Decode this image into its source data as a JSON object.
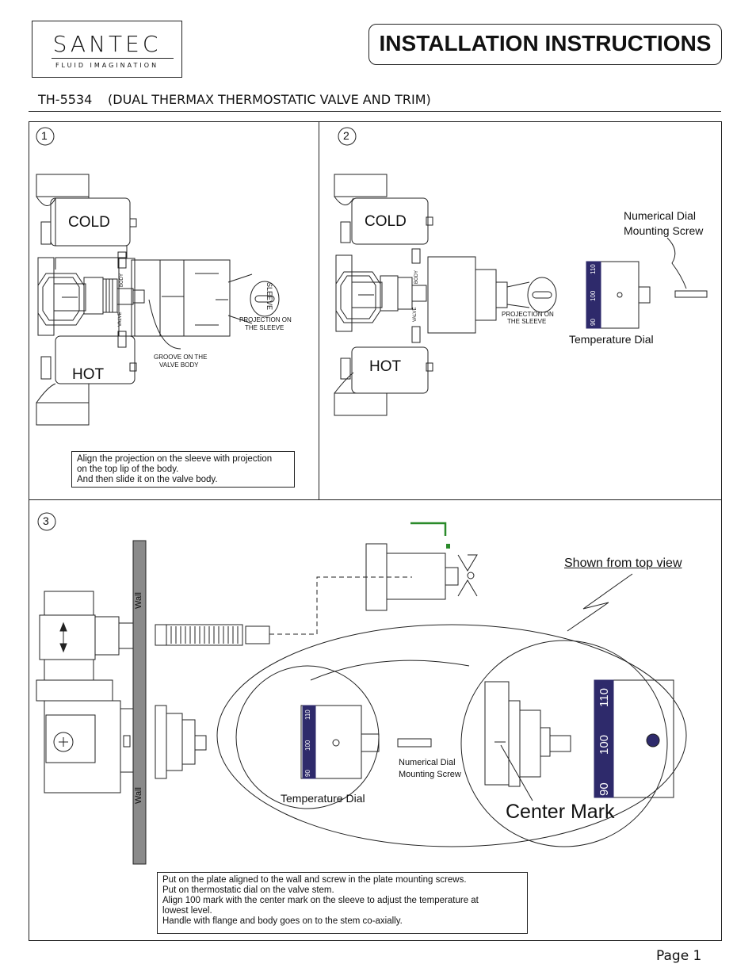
{
  "logo": {
    "name": "SANTEC",
    "tagline": "FLUID IMAGINATION"
  },
  "title": "INSTALLATION INSTRUCTIONS",
  "model": "TH-5534",
  "subtitle": "(DUAL THERMAX THERMOSTATIC VALVE AND TRIM)",
  "steps": [
    {
      "number": "1",
      "labels": {
        "cold": "COLD",
        "hot": "HOT",
        "sleeve": "SLEEVE",
        "valve": "VALVE",
        "body": "BODY",
        "projection_1": "PROJECTION ON",
        "projection_2": "THE SLEEVE",
        "groove_1": "GROOVE ON THE",
        "groove_2": "VALVE BODY"
      },
      "note": [
        "Align the projection on the sleeve with projection",
        "on the top lip of the body.",
        "And then slide it on the valve body."
      ]
    },
    {
      "number": "2",
      "labels": {
        "cold": "COLD",
        "hot": "HOT",
        "valve": "VALVE",
        "body": "BODY",
        "projection_1": "PROJECTION ON",
        "projection_2": "THE SLEEVE",
        "screw_1": "Numerical Dial",
        "screw_2": "Mounting Screw",
        "temperature_dial": "Temperature Dial"
      },
      "dial_marks": [
        "90",
        "100",
        "110"
      ]
    },
    {
      "number": "3",
      "labels": {
        "wall_top": "Wall",
        "wall_bottom": "Wall",
        "top_view": "Shown from top view",
        "temperature_dial": "Temperature Dial",
        "screw_1": "Numerical Dial",
        "screw_2": "Mounting Screw",
        "center_mark": "Center Mark"
      },
      "dial_marks": [
        "90",
        "100",
        "110"
      ],
      "note": [
        "Put on the plate aligned to the wall and screw in the plate mounting screws.",
        "Put on thermostatic dial on the valve stem.",
        "Align 100 mark with the center mark on the sleeve to adjust the temperature at",
        "lowest level.",
        "Handle with flange and body goes on to the stem co-axially."
      ]
    }
  ],
  "page_label": "Page 1",
  "colors": {
    "dial": "#2e2a6b",
    "wall": "#8a8a8a",
    "handle_accent": "#2a8a2a"
  }
}
